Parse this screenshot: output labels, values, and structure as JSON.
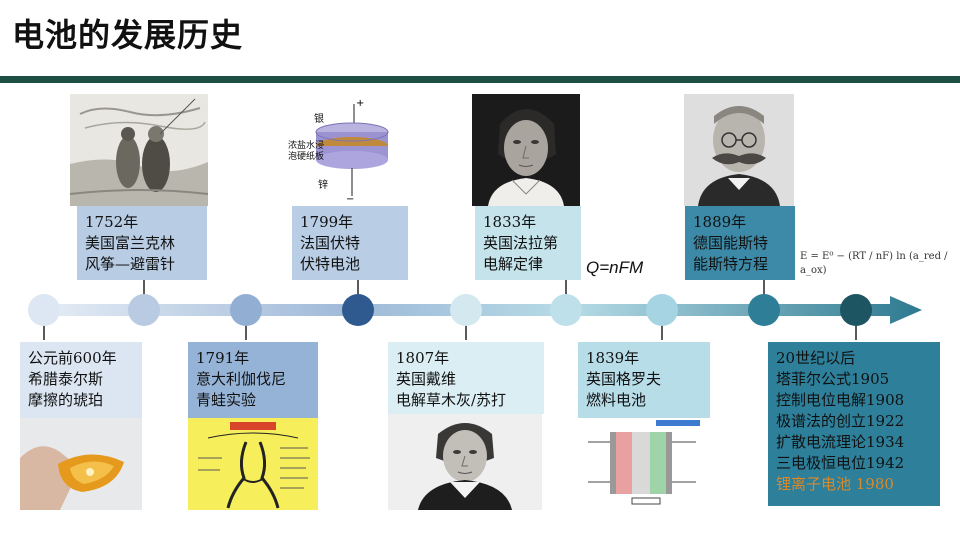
{
  "page": {
    "title": "电池的发展历史"
  },
  "events": [
    {
      "id": "e0",
      "lines": [
        "公元前600年",
        "希腊泰尔斯",
        "摩擦的琥珀"
      ],
      "color": "#dce6f2"
    },
    {
      "id": "e1",
      "lines": [
        "1752年",
        "美国富兰克林",
        "风筝—避雷针"
      ],
      "color": "#b8cce4"
    },
    {
      "id": "e2",
      "lines": [
        "1791年",
        "意大利伽伐尼",
        "青蛙实验"
      ],
      "color": "#95b3d7"
    },
    {
      "id": "e3",
      "lines": [
        "1799年",
        "法国伏特",
        "伏特电池"
      ],
      "color": "#b9cde5"
    },
    {
      "id": "e4",
      "lines": [
        "1807年",
        "英国戴维",
        "电解草木灰/苏打"
      ],
      "color": "#dbeef4"
    },
    {
      "id": "e5",
      "lines": [
        "1833年",
        "英国法拉第",
        "电解定律"
      ],
      "color": "#c5e3ea"
    },
    {
      "id": "e6",
      "lines": [
        "1839年",
        "英国格罗夫",
        "燃料电池"
      ],
      "color": "#b7dde8"
    },
    {
      "id": "e7",
      "lines": [
        "1889年",
        "德国能斯特",
        "能斯特方程"
      ],
      "color": "#3c8aa8"
    },
    {
      "id": "e8",
      "lines": [
        "20世纪以后",
        "塔菲尔公式1905",
        "控制电位电解1908",
        "极谱法的创立1922",
        "扩散电流理论1934",
        "三电极恒电位1942"
      ],
      "highlight": "锂离子电池 1980",
      "color": "#2d7f9a"
    }
  ],
  "formulas": {
    "faraday": "Q=nFM",
    "nernst": "E = E⁰ − (RT / nF) ln (a_red / a_ox)"
  },
  "volta_labels": {
    "top": "银",
    "middle": "浓盐水浸泡硬纸板",
    "bottom": "锌",
    "plus": "+",
    "minus": "−"
  },
  "colors": {
    "title_bar": "#1e4f44",
    "axis_start": "#dce6f2",
    "axis_end": "#2f7c92"
  }
}
